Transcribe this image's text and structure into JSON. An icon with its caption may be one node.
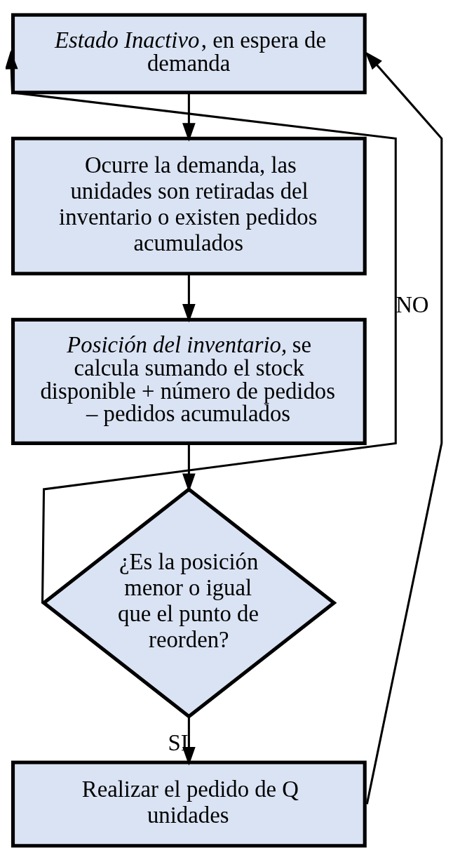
{
  "diagram": {
    "nodes": [
      {
        "text": [
          "*Estado Inactivo*, en espera de demanda"
        ]
      },
      {
        "text": [
          "Ocurre la demanda, las unidades son retiradas del inventario o existen pedidos acumulados"
        ]
      },
      {
        "text": [
          "*Posición del inventario,* se calcula sumando el stock disponible + número de pedidos – pedidos acumulados"
        ]
      },
      {
        "text": [
          "¿Es la posición menor o igual que el punto de reorden?"
        ]
      },
      {
        "text": [
          "Realizar el pedido de Q unidades"
        ]
      }
    ],
    "edges": [
      {
        "from": 0,
        "to": 1,
        "arrow": "to"
      },
      {
        "from": 1,
        "to": 2,
        "arrow": "to"
      },
      {
        "from": 2,
        "to": 3,
        "arrow": "to"
      },
      {
        "from": 3,
        "to": 4,
        "arrow": "to",
        "label": "SI"
      },
      {
        "from": 3,
        "to": 0,
        "arrow": "to",
        "label": "NO"
      },
      {
        "from": 4,
        "to": 0,
        "arrow": "to"
      }
    ]
  }
}
